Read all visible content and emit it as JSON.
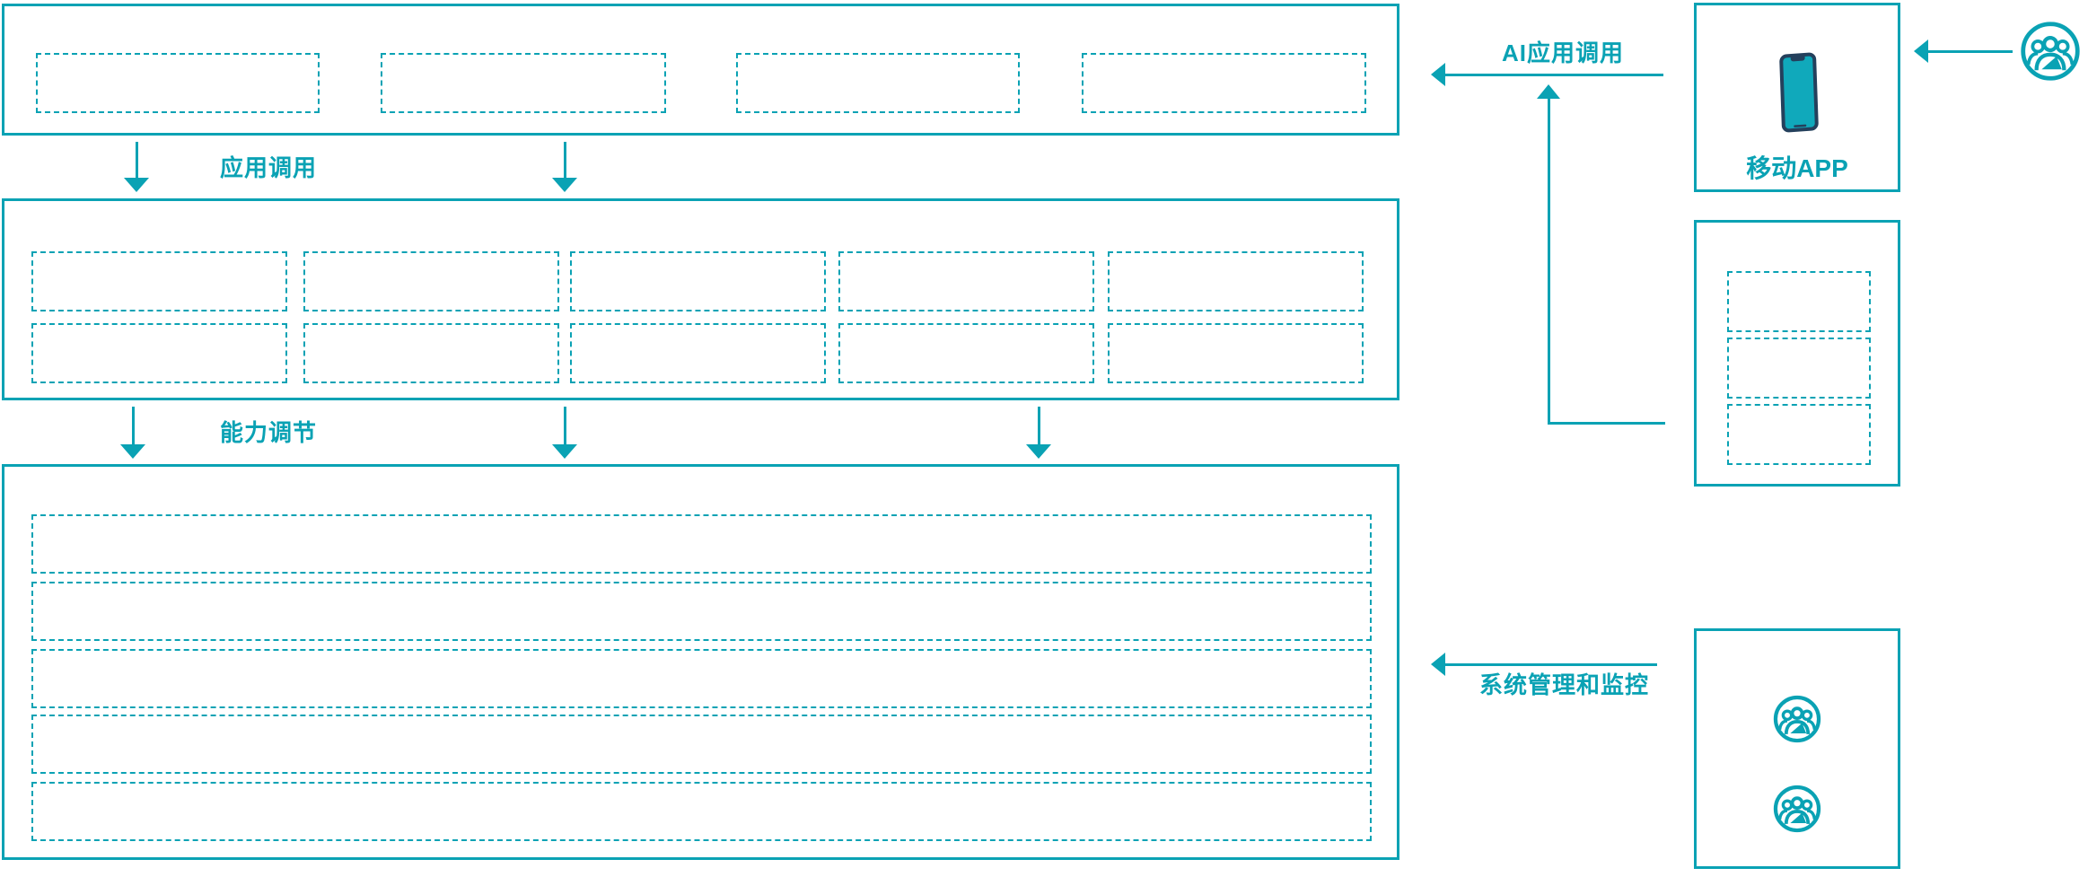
{
  "colors": {
    "accent": "#0AA2B4",
    "phone_body": "#24405C",
    "phone_screen": "#10A9BB",
    "background": "#FFFFFF"
  },
  "arrows": {
    "app_call_label": "应用调用",
    "capability_label": "能力调节",
    "ai_app_call_label": "AI应用调用",
    "system_monitor_label": "系统管理和监控"
  },
  "right_panel": {
    "mobile_app_label": "移动APP"
  },
  "icons": {
    "user_group": "user-group-icon",
    "phone": "mobile-phone-icon"
  },
  "structure": {
    "top_layer_placeholders": 4,
    "middle_layer_rows": 2,
    "middle_layer_cols": 5,
    "bottom_layer_rows": 5,
    "right_panel_placeholders": 3,
    "admin_user_icons": 2
  }
}
